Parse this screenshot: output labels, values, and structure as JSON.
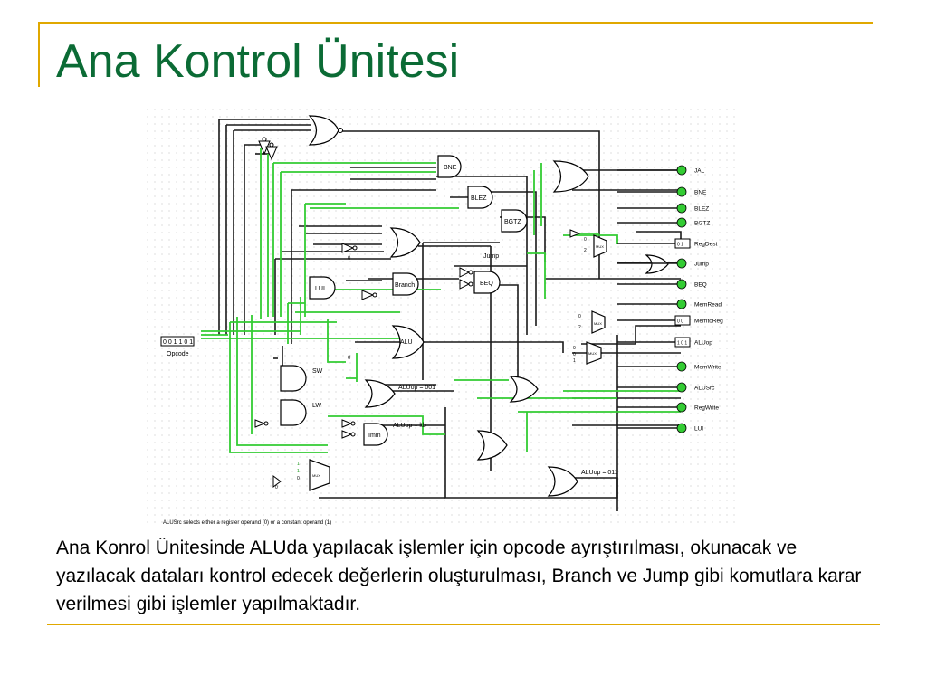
{
  "slide": {
    "title": "Ana Kontrol Ünitesi",
    "body": "Ana Konrol Ünitesinde ALUda yapılacak işlemler için opcode ayrıştırılması, okunacak ve yazılacak dataları kontrol edecek değerlerin oluşturulması, Branch ve Jump gibi komutlara karar verilmesi gibi işlemler yapılmaktadır."
  },
  "circuit": {
    "input": {
      "value": "0 0 1 1 0 1",
      "label": "Opcode"
    },
    "gates": {
      "bne": "BNE",
      "blez": "BLEZ",
      "bgtz": "BGTZ",
      "jump": "Jump",
      "branch": "Branch",
      "beq": "BEQ",
      "lui": "LUI",
      "alu": "ALU",
      "sw": "SW",
      "lw": "LW",
      "aluop001": "ALUop = 001",
      "aluopltb": "ALUop = ltb",
      "imm": "Imm",
      "aluop011": "ALUop = 011"
    },
    "const_zero": "0",
    "mux_label": "MUX",
    "mux_inputs": {
      "a": "0",
      "b": "2"
    },
    "mux3_inputs": {
      "a": "0",
      "b": "0",
      "c": "1"
    },
    "bottom_mux_inputs": {
      "a": "1",
      "b": "1",
      "c": "0",
      "d": "0"
    },
    "outputs": [
      {
        "label": "JAL"
      },
      {
        "label": "BNE"
      },
      {
        "label": "BLEZ"
      },
      {
        "label": "BGTZ"
      },
      {
        "label": "RegDest",
        "value": "0 1"
      },
      {
        "label": "Jump"
      },
      {
        "label": "BEQ"
      },
      {
        "label": "MemRead"
      },
      {
        "label": "MemtoReg",
        "value": "0 0"
      },
      {
        "label": "ALUop",
        "value": "1 0 1"
      },
      {
        "label": "MemWrite"
      },
      {
        "label": "ALUSrc"
      },
      {
        "label": "RegWrite"
      },
      {
        "label": "LUI"
      }
    ],
    "caption": "ALUSrc selects either a register operand (0) or a constant operand (1)",
    "colors": {
      "active_wire": "#33cc33",
      "wire": "#1a1a1a",
      "output_on": "#33cc33",
      "title": "#0b6b35",
      "accent": "#e0a800"
    }
  }
}
